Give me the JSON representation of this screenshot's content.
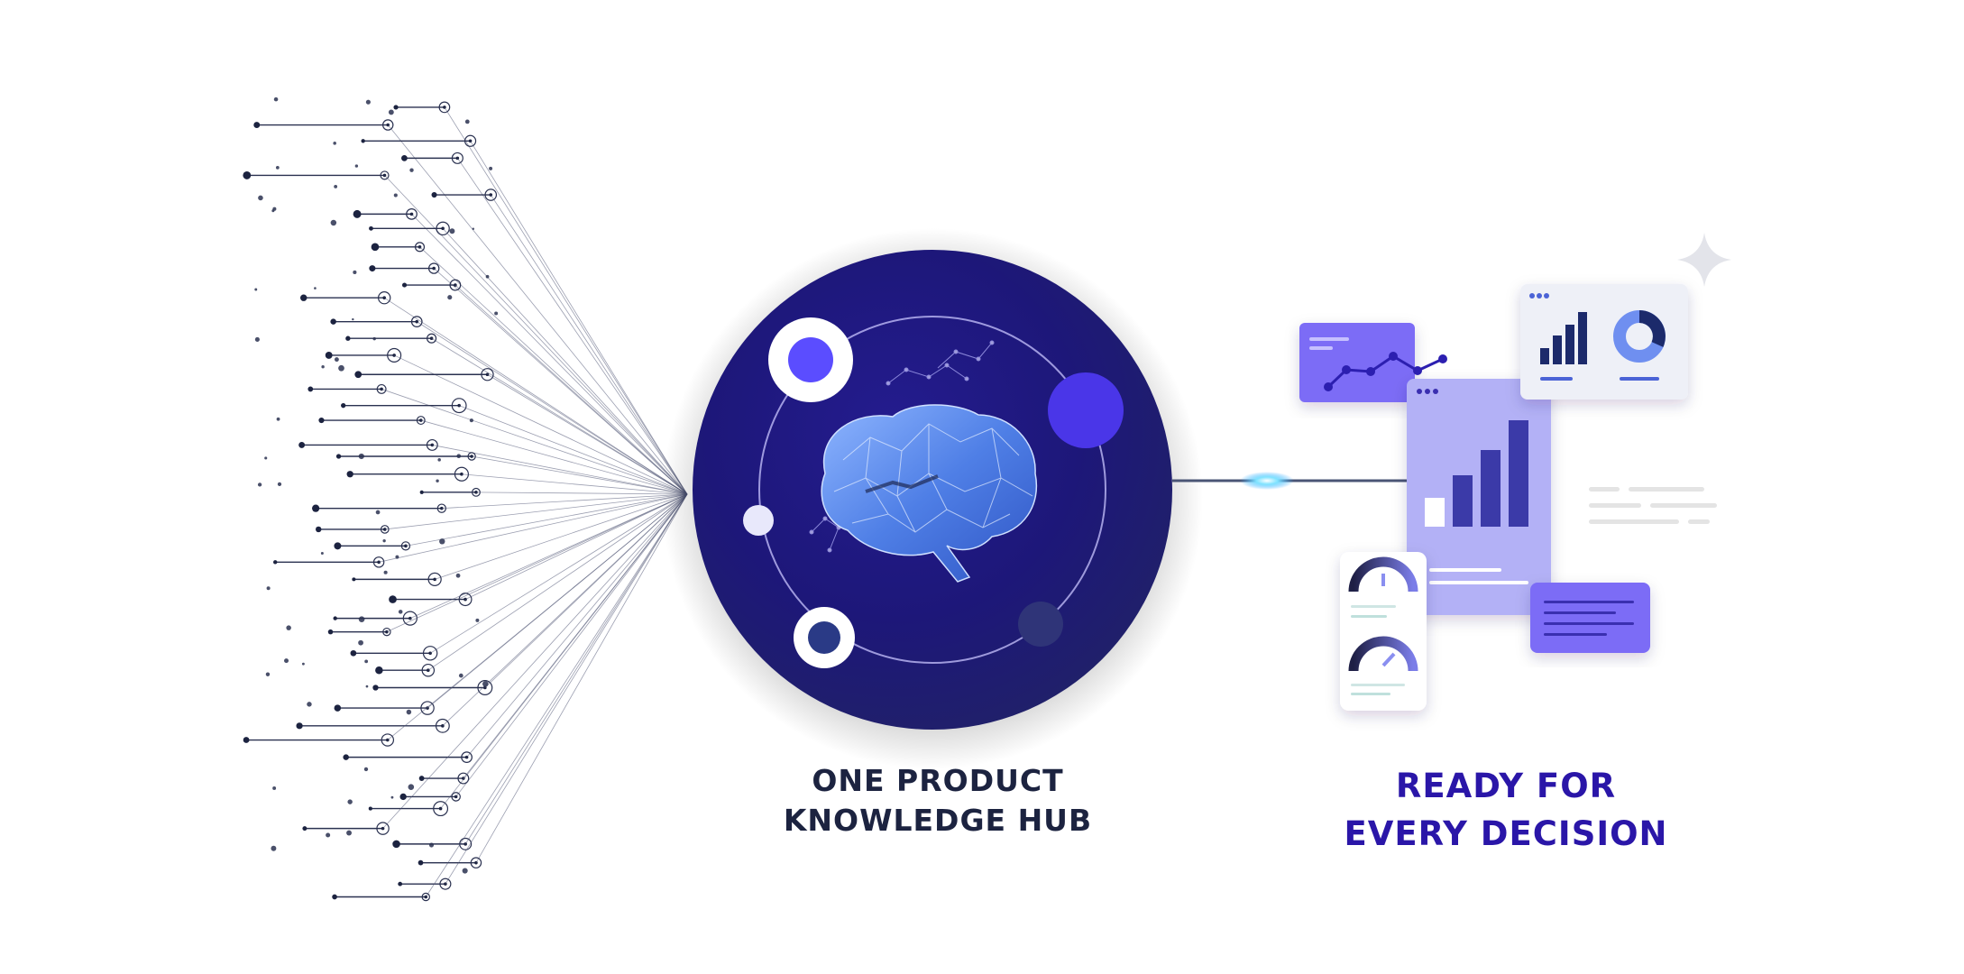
{
  "hub": {
    "title_line1": "ONE PRODUCT",
    "title_line2": "KNOWLEDGE HUB",
    "icon": "brain-icon"
  },
  "output": {
    "title_line1": "READY FOR",
    "title_line2": "EVERY DECISION",
    "icons": [
      "line-chart-icon",
      "bar-chart-icon",
      "donut-chart-icon",
      "gauge-icon",
      "text-lines-icon",
      "sparkle-icon"
    ]
  },
  "colors": {
    "hub_dark": "#1a1470",
    "hub_accent": "#5b4dff",
    "panel_violet": "#7b6cf6",
    "panel_lavender": "#b3b1f6",
    "chart_navy": "#1c2a6b",
    "caption_dark": "#1c2340",
    "caption_accent": "#2a16a8"
  }
}
